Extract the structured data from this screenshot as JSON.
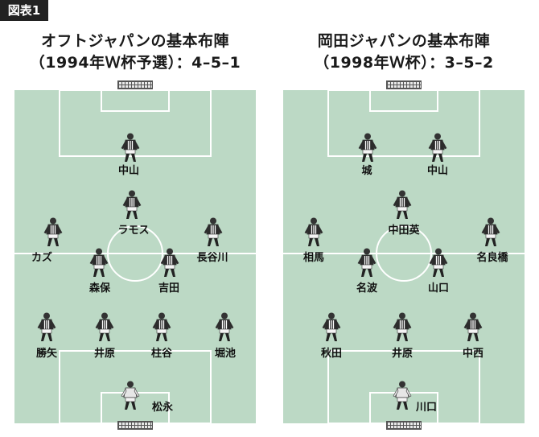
{
  "figure_label": "図表1",
  "panels": [
    {
      "title_line1": "オフトジャパンの基本布陣",
      "title_line2": "（1994年Ｗ杯予選）：4–5–1",
      "players": [
        {
          "name": "中山",
          "role": "field"
        },
        {
          "name": "ラモス",
          "role": "field"
        },
        {
          "name": "カズ",
          "role": "field"
        },
        {
          "name": "長谷川",
          "role": "field"
        },
        {
          "name": "森保",
          "role": "field"
        },
        {
          "name": "吉田",
          "role": "field"
        },
        {
          "name": "勝矢",
          "role": "field"
        },
        {
          "name": "井原",
          "role": "field"
        },
        {
          "name": "柱谷",
          "role": "field"
        },
        {
          "name": "堀池",
          "role": "field"
        },
        {
          "name": "松永",
          "role": "keeper"
        }
      ]
    },
    {
      "title_line1": "岡田ジャパンの基本布陣",
      "title_line2": "（1998年Ｗ杯）：3–5–2",
      "players": [
        {
          "name": "城",
          "role": "field"
        },
        {
          "name": "中山",
          "role": "field"
        },
        {
          "name": "中田英",
          "role": "field"
        },
        {
          "name": "相馬",
          "role": "field"
        },
        {
          "name": "名良橋",
          "role": "field"
        },
        {
          "name": "名波",
          "role": "field"
        },
        {
          "name": "山口",
          "role": "field"
        },
        {
          "name": "秋田",
          "role": "field"
        },
        {
          "name": "井原",
          "role": "field"
        },
        {
          "name": "中西",
          "role": "field"
        },
        {
          "name": "川口",
          "role": "keeper"
        }
      ]
    }
  ],
  "colors": {
    "pitch": "#bcd9c5",
    "lines": "#ffffff",
    "kit": "#2b2b2b",
    "keeper_kit": "#e6e6e6"
  }
}
